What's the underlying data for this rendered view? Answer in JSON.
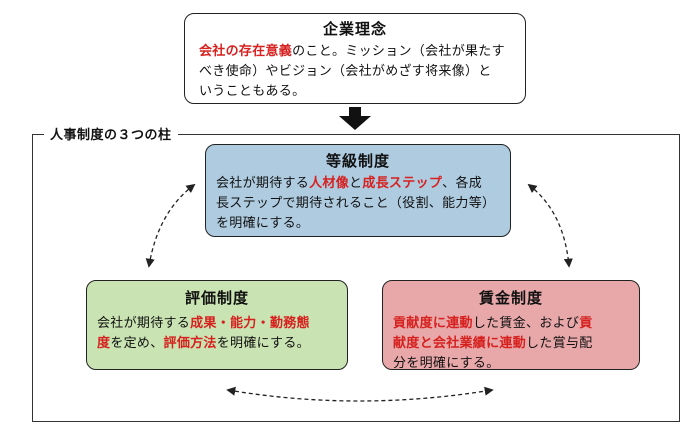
{
  "corporate_philosophy": {
    "title": "企業理念",
    "line1_red": "会社の存在意義",
    "line1_rest": "のこと。ミッション（会社が果たす",
    "line2": "べき使命）やビジョン（会社がめざす将来像）と",
    "line3": "いうこともある。"
  },
  "frame_label": "人事制度の３つの柱",
  "grade_system": {
    "title": "等級制度",
    "l1a": "会社が期待する",
    "l1b_red": "人材像",
    "l1c": "と",
    "l1d_red": "成長ステップ",
    "l1e": "、各成",
    "l2": "長ステップで期待されること（役割、能力等）",
    "l3": "を明確にする。"
  },
  "evaluation_system": {
    "title": "評価制度",
    "l1a": "会社が期待する",
    "l1b_red": "成果・能力・勤務態",
    "l2a_red": "度",
    "l2b": "を定め、",
    "l2c_red": "評価方法",
    "l2d": "を明確にする。"
  },
  "wage_system": {
    "title": "賃金制度",
    "l1a_red": "貢献度に連動",
    "l1b": "した賃金、および",
    "l1c_red": "貢",
    "l2a_red": "献度と会社業績に連動",
    "l2b": "した賞与配",
    "l3": "分を明確にする。"
  },
  "colors": {
    "accent_red": "#d6211f",
    "grade_fill": "#aecbe0",
    "evaluation_fill": "#c9e3b2",
    "wage_fill": "#e8a8a9"
  }
}
